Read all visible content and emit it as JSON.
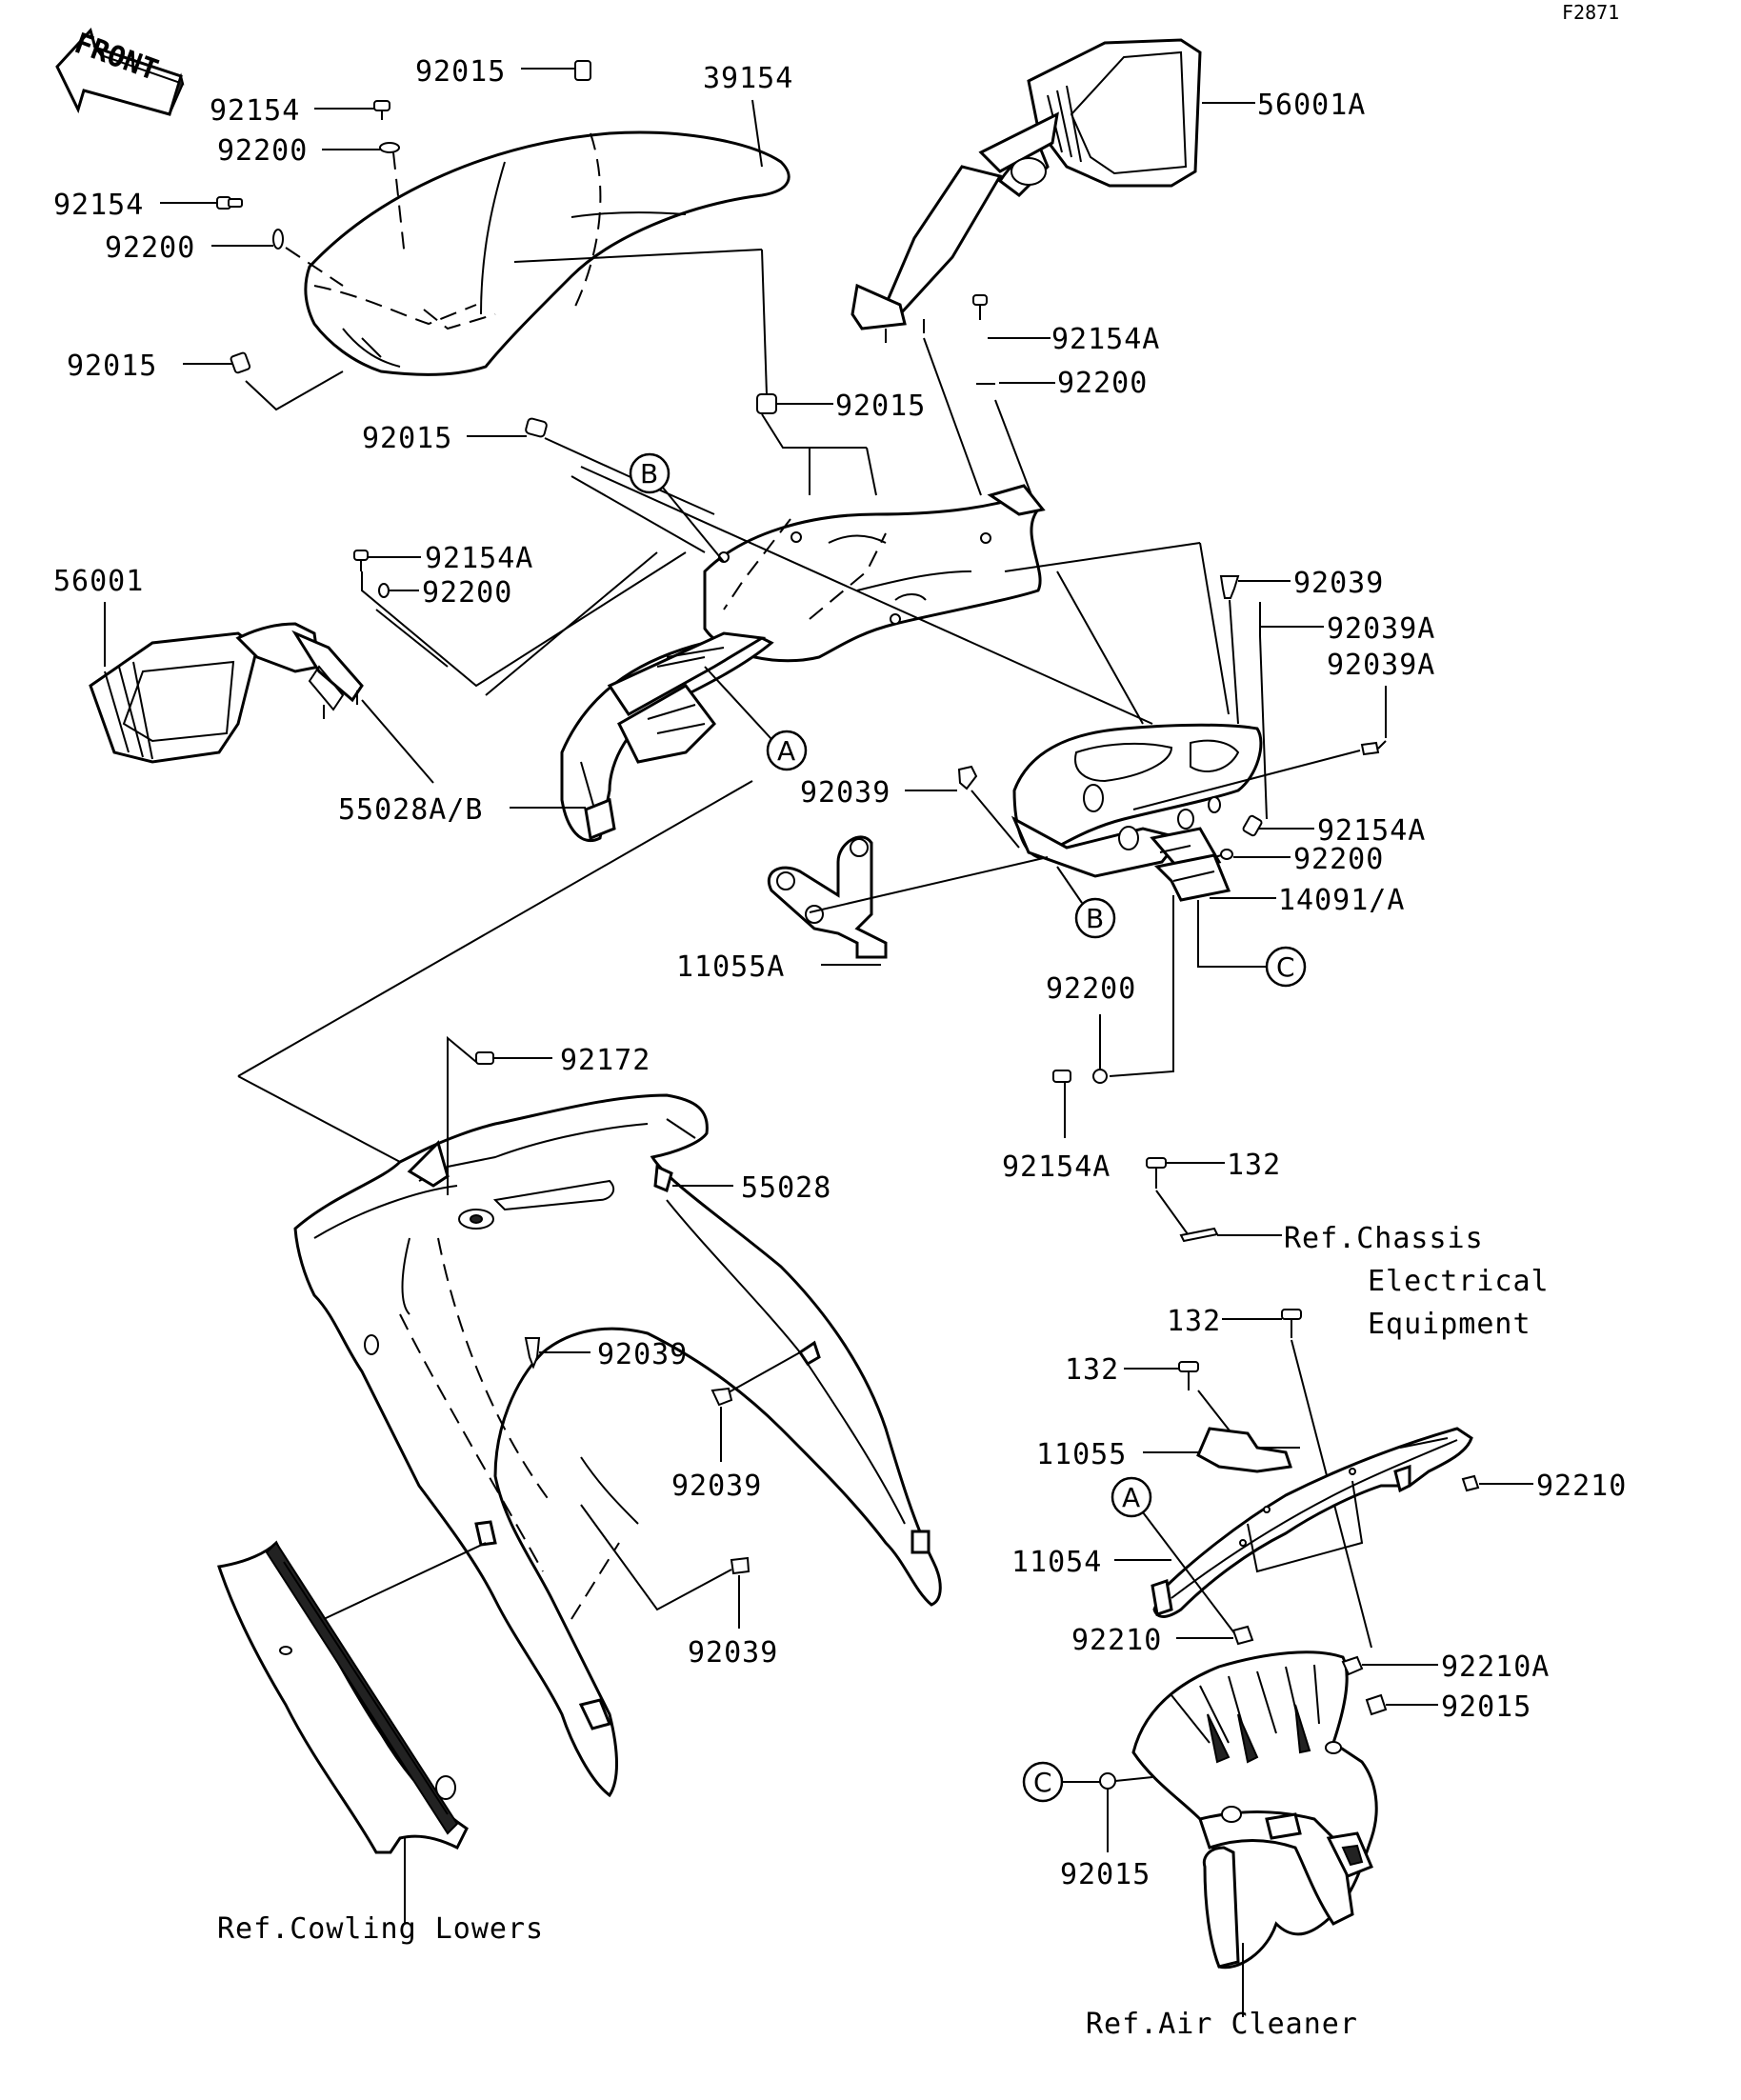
{
  "figure_id": "F2871",
  "front_arrow": "FRONT",
  "labels": {
    "l_92015_top": "92015",
    "l_39154": "39154",
    "l_56001A": "56001A",
    "l_92154_a": "92154",
    "l_92200_a": "92200",
    "l_92154_b": "92154",
    "l_92200_b": "92200",
    "l_92015_left": "92015",
    "l_92154A_r1": "92154A",
    "l_92200_r1": "92200",
    "l_92015_mid": "92015",
    "l_92015_center": "92015",
    "l_92154A_l": "92154A",
    "l_92200_l": "92200",
    "l_56001": "56001",
    "l_92039_r": "92039",
    "l_92039A_1": "92039A",
    "l_92039A_2": "92039A",
    "l_55028AB": "55028A/B",
    "l_92039_mid": "92039",
    "l_92154A_r2": "92154A",
    "l_92200_r2": "92200",
    "l_14091A": "14091/A",
    "l_11055A": "11055A",
    "l_92200_r3": "92200",
    "l_92172": "92172",
    "l_55028": "55028",
    "l_92154A_r3": "92154A",
    "l_132_a": "132",
    "l_ref_chassis_1": "Ref.Chassis",
    "l_ref_chassis_2": "Electrical",
    "l_ref_chassis_3": "Equipment",
    "l_132_b": "132",
    "l_132_c": "132",
    "l_92039_low1": "92039",
    "l_92039_low2": "92039",
    "l_11055": "11055",
    "l_92210_r": "92210",
    "l_11054": "11054",
    "l_92039_low3": "92039",
    "l_92210_l": "92210",
    "l_92210A": "92210A",
    "l_92015_low_r": "92015",
    "l_92015_low": "92015",
    "l_ref_cowling": "Ref.Cowling Lowers",
    "l_ref_air": "Ref.Air Cleaner"
  },
  "callouts": {
    "c_B_top": "B",
    "c_A_top": "A",
    "c_B_bot": "B",
    "c_C_top": "C",
    "c_A_low": "A",
    "c_C_low": "C"
  }
}
